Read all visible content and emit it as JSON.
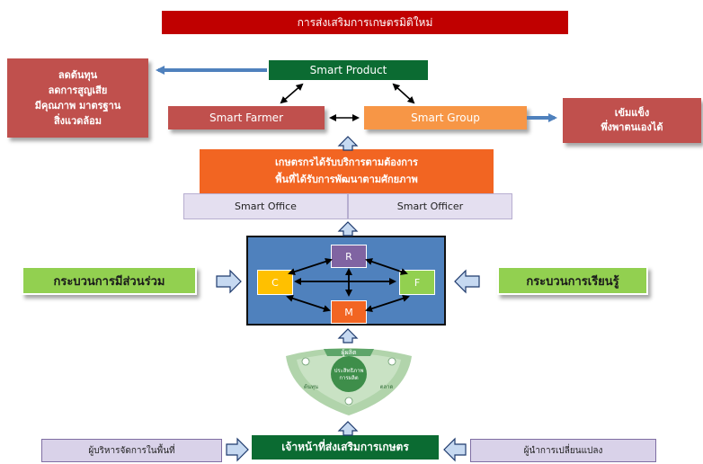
{
  "title": "การส่งเสริมการเกษตรมิติใหม่",
  "smart_product": "Smart Product",
  "smart_farmer": "Smart Farmer",
  "smart_group": "Smart Group",
  "left_outcomes": "ลดต้นทุน\nลดการสูญเสีย\nมีคุณภาพ มาตรฐาน\nสิ่งแวดล้อม",
  "right_outcomes": "เข้มแข็ง\nพึ่งพาตนเองได้",
  "farmer_service": "เกษตรกรได้รับบริการตามต้องการ\nพื้นที่ได้รับการพัฒนาตามศักยภาพ",
  "smart_office": "Smart Office",
  "smart_officer": "Smart Officer",
  "nodes": {
    "r": "R",
    "c": "C",
    "f": "F",
    "m": "M"
  },
  "participation_process": "กระบวนการมีส่วนร่วม",
  "learning_process": "กระบวนการเรียนรู้",
  "extension_officer": "เจ้าหน้าที่ส่งเสริมการเกษตร",
  "area_manager": "ผู้บริหารจัดการในพื้นที่",
  "change_leader": "ผู้นำการเปลี่ยนแปลง",
  "cycle_top": "ผู้ผลิต",
  "cycle_center": "ประสิทธิภาพ\nการผลิต",
  "cycle_left": "ต้นทุน",
  "cycle_right": "ตลาด",
  "colors": {
    "title_red": "#c00000",
    "dark_green": "#0b6b32",
    "red": "#c0504d",
    "orange": "#f79646",
    "deep_orange": "#f26522",
    "lavender": "#e4dff0",
    "blue": "#4f81bd",
    "purple": "#8064a2",
    "yellow": "#ffc000",
    "light_green": "#92d050",
    "arrow_blue": "#4f81bd"
  }
}
